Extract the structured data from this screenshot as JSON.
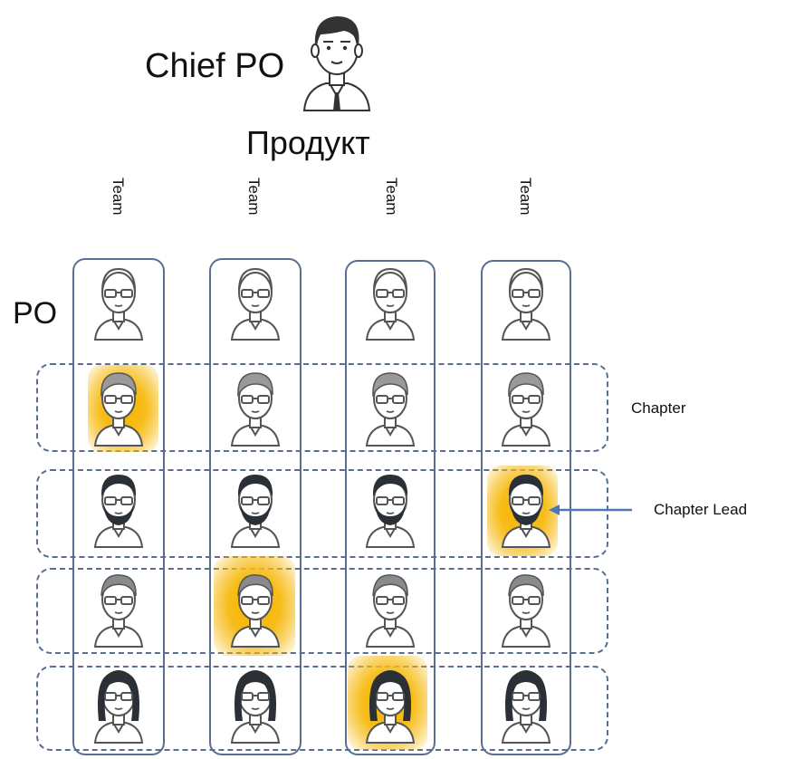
{
  "header": {
    "chief_po_label": "Chief PO",
    "product_label": "Продукт"
  },
  "row_labels": {
    "po": "PO"
  },
  "teams": [
    {
      "label": "Team"
    },
    {
      "label": "Team"
    },
    {
      "label": "Team"
    },
    {
      "label": "Team"
    }
  ],
  "side_labels": {
    "chapter": "Chapter",
    "chapter_lead": "Chapter Lead"
  },
  "colors": {
    "border": "#5a6f8f",
    "highlight": "#f5b400",
    "arrow": "#4a78b8"
  },
  "rows": [
    {
      "type": "po",
      "avatar": "bald-glasses-avatar-icon",
      "highlight_team": null
    },
    {
      "type": "chapter",
      "avatar": "short-hair-glasses-avatar-icon",
      "highlight_team": 1
    },
    {
      "type": "chapter",
      "avatar": "bearded-dark-hair-avatar-icon",
      "highlight_team": 4
    },
    {
      "type": "chapter",
      "avatar": "grey-hair-glasses-avatar-icon",
      "highlight_team": 2
    },
    {
      "type": "chapter",
      "avatar": "long-hair-woman-avatar-icon",
      "highlight_team": 3
    }
  ]
}
